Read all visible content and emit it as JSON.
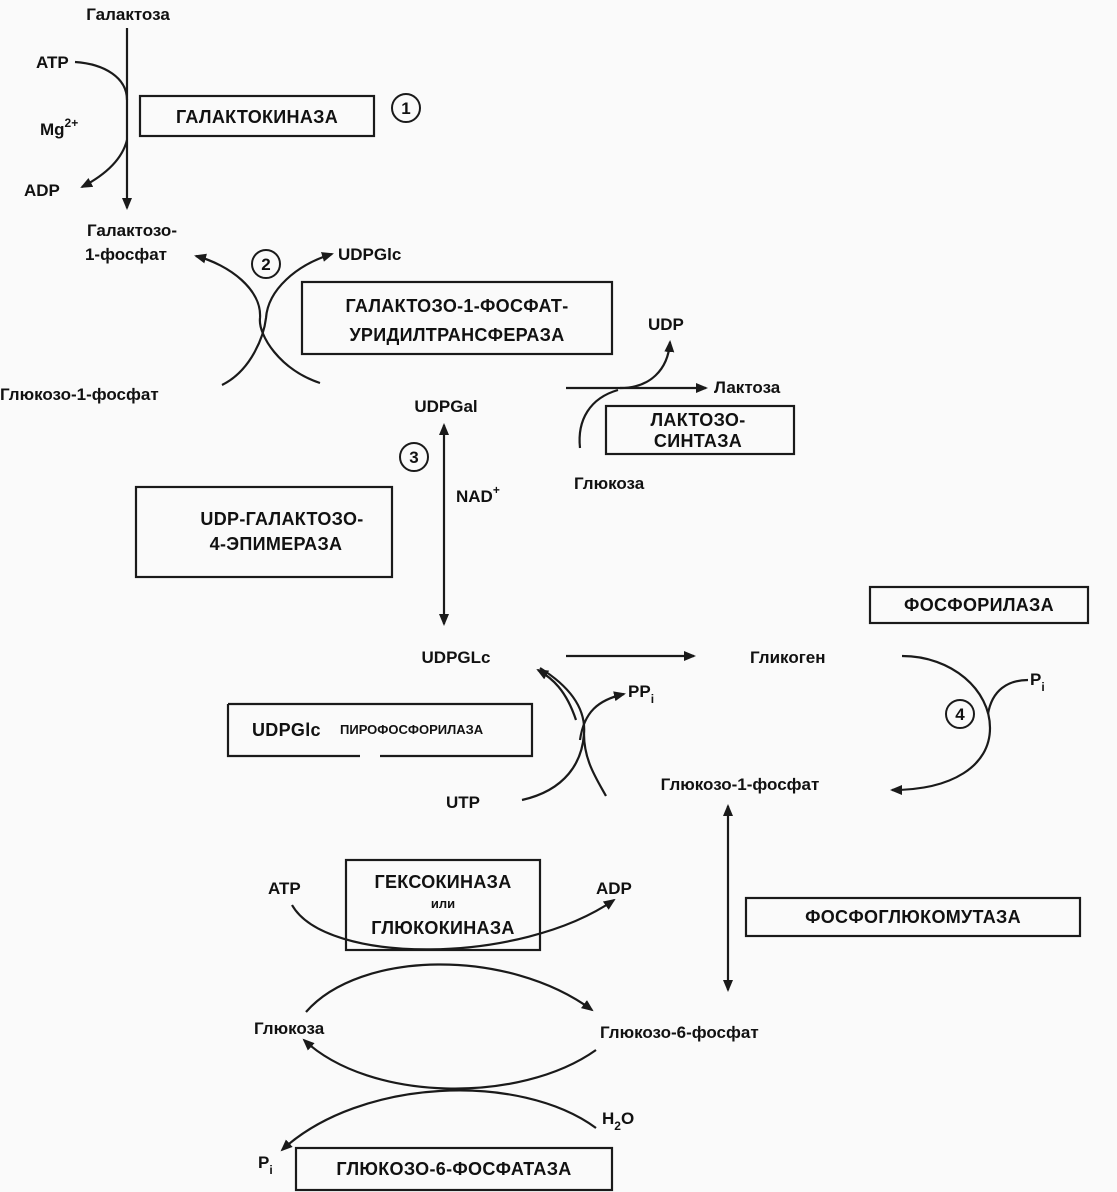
{
  "metabolites": {
    "galactose": "Галактоза",
    "atp": "ATP",
    "mg": "Mg",
    "mg_sup": "2+",
    "adp": "ADP",
    "gal1p_line1": "Галактозо-",
    "gal1p_line2": "1-фосфат",
    "udpglc_top": "UDPGlc",
    "glc1p_left": "Глюкозо-1-фосфат",
    "udp": "UDP",
    "lactose": "Лактоза",
    "udpgal": "UDPGal",
    "glucose_lact": "Глюкоза",
    "nad": "NAD",
    "nad_sup": "+",
    "udpglc_mid": "UDPGLc",
    "glycogen": "Гликоген",
    "ppi": "PP",
    "ppi_sub": "i",
    "pi_right": "P",
    "pi_right_sub": "i",
    "utp": "UTP",
    "glc1p_right": "Глюкозо-1-фосфат",
    "atp_bottom": "ATP",
    "adp_bottom": "ADP",
    "glucose_bottom": "Глюкоза",
    "glc6p": "Глюкозо-6-фосфат",
    "h2o_h": "H",
    "h2o_sub": "2",
    "h2o_o": "O",
    "pi_bottom": "P",
    "pi_bottom_sub": "i"
  },
  "enzymes": {
    "galactokinase": "ГАЛАКТОКИНАЗА",
    "transferase_line1": "ГАЛАКТОЗО-1-ФОСФАТ-",
    "transferase_line2": "УРИДИЛТРАНСФЕРАЗА",
    "lactose_synthase_line1": "ЛАКТОЗО-",
    "lactose_synthase_line2": "СИНТАЗА",
    "epimerase_line1": "UDP-ГАЛАКТОЗО-",
    "epimerase_line2": "4-ЭПИМЕРАЗА",
    "phosphorylase": "ФОСФОРИЛАЗА",
    "pyrophosphorylase_a": "UDPGlc",
    "pyrophosphorylase_b": "ПИРОФОСФОРИЛАЗА",
    "hexokinase_line1": "ГЕКСОКИНАЗА",
    "hexokinase_line2": "или",
    "hexokinase_line3": "ГЛЮКОКИНАЗА",
    "phosphoglucomutase": "ФОСФОГЛЮКОМУТАЗА",
    "glc6pase": "ГЛЮКОЗО-6-ФОСФАТАЗА"
  },
  "steps": {
    "s1": "1",
    "s2": "2",
    "s3": "3",
    "s4": "4"
  }
}
